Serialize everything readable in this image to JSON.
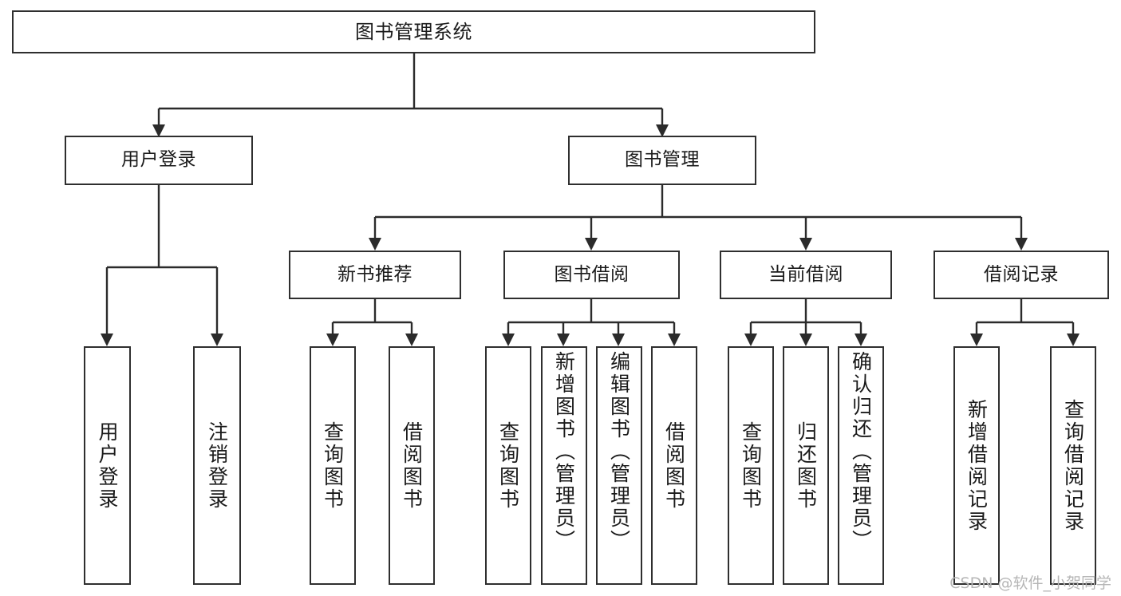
{
  "diagram": {
    "title": "图书管理系统",
    "watermark": "CSDN @软件_小贺同学",
    "root": {
      "label": "图书管理系统"
    },
    "level2": [
      {
        "label": "用户登录"
      },
      {
        "label": "图书管理"
      }
    ],
    "level3": [
      {
        "label": "新书推荐"
      },
      {
        "label": "图书借阅"
      },
      {
        "label": "当前借阅"
      },
      {
        "label": "借阅记录"
      }
    ],
    "leaves": [
      {
        "label": "用户登录"
      },
      {
        "label": "注销登录"
      },
      {
        "label": "查询图书"
      },
      {
        "label": "借阅图书"
      },
      {
        "label": "查询图书"
      },
      {
        "label": "新增图书（管理员）"
      },
      {
        "label": "编辑图书（管理员）"
      },
      {
        "label": "借阅图书"
      },
      {
        "label": "查询图书"
      },
      {
        "label": "归还图书"
      },
      {
        "label": "确认归还（管理员）"
      },
      {
        "label": "新增借阅记录"
      },
      {
        "label": "查询借阅记录"
      }
    ],
    "colors": {
      "stroke": "#2f2f2f",
      "fill": "#ffffff",
      "text": "#1a1a1a",
      "watermark": "#b6b6b6"
    }
  }
}
